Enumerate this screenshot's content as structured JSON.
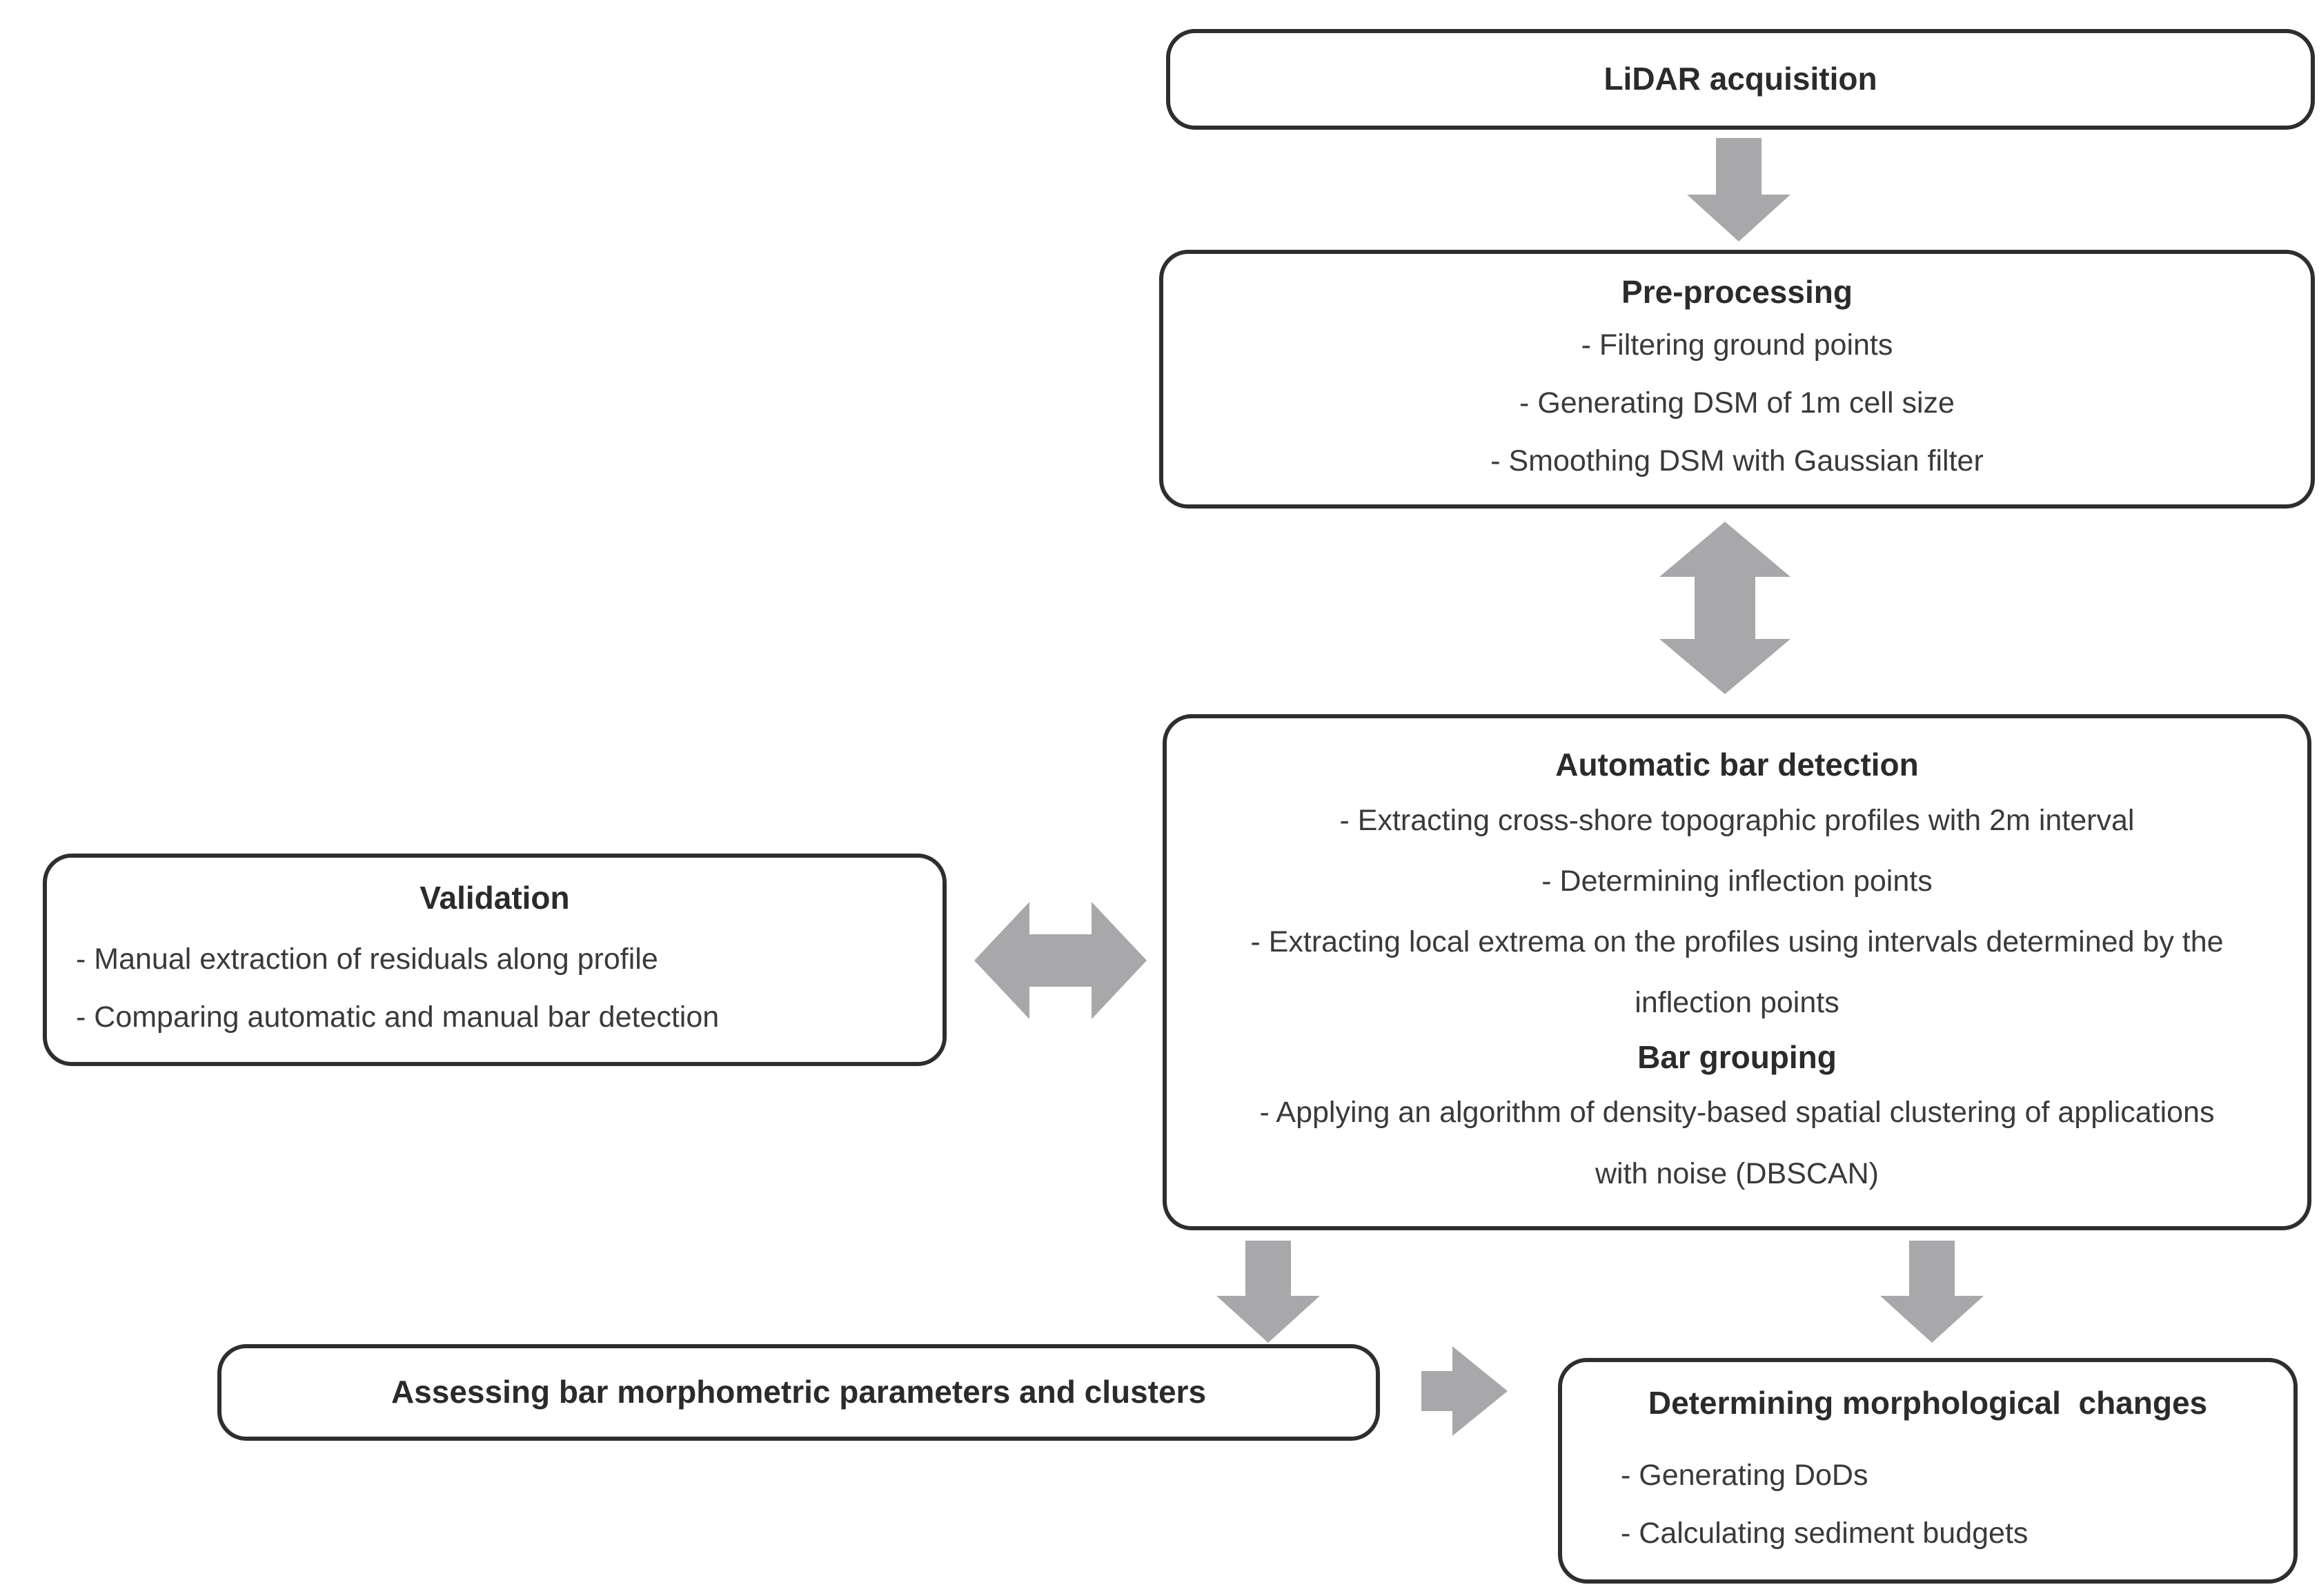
{
  "figure": {
    "type": "flowchart",
    "description": "Workflow diagram of LiDAR-based bar detection methodology"
  },
  "colors": {
    "background": "#ffffff",
    "box_fill": "#ffffff",
    "box_border": "#2e2e2e",
    "arrow_gray": "#a8a8aa",
    "title_text": "#2b2b2b",
    "body_text": "#3a3a3a"
  },
  "boxes": {
    "lidar": {
      "title": "LiDAR acquisition"
    },
    "preprocessing": {
      "title": "Pre-processing",
      "items": [
        "- Filtering ground points",
        "- Generating DSM of 1m cell size",
        "- Smoothing DSM with Gaussian filter"
      ]
    },
    "auto_detection": {
      "title": "Automatic bar detection",
      "items": [
        "- Extracting cross-shore topographic profiles with 2m interval",
        "- Determining inflection points",
        "- Extracting local extrema on the profiles using intervals determined by the inflection points"
      ],
      "subtitle": "Bar grouping",
      "subtitle_items": [
        "- Applying an algorithm of density-based spatial clustering of applications with noise (DBSCAN)"
      ]
    },
    "validation": {
      "title": "Validation",
      "items": [
        "- Manual extraction of residuals along profile",
        "- Comparing automatic and manual bar detection"
      ]
    },
    "assessing": {
      "title": "Assessing bar morphometric parameters and clusters"
    },
    "morphological": {
      "title": "Determining morphological  changes",
      "items": [
        "- Generating DoDs",
        "- Calculating sediment budgets"
      ]
    }
  },
  "connectors": [
    {
      "from": "lidar",
      "to": "preprocessing",
      "style": "single-down"
    },
    {
      "from": "preprocessing",
      "to": "auto_detection",
      "style": "double-vertical"
    },
    {
      "from": "validation",
      "to": "auto_detection",
      "style": "double-horizontal"
    },
    {
      "from": "auto_detection",
      "to": "assessing",
      "style": "single-down"
    },
    {
      "from": "auto_detection",
      "to": "morphological",
      "style": "single-down"
    },
    {
      "from": "assessing",
      "to": "morphological",
      "style": "single-right"
    }
  ]
}
